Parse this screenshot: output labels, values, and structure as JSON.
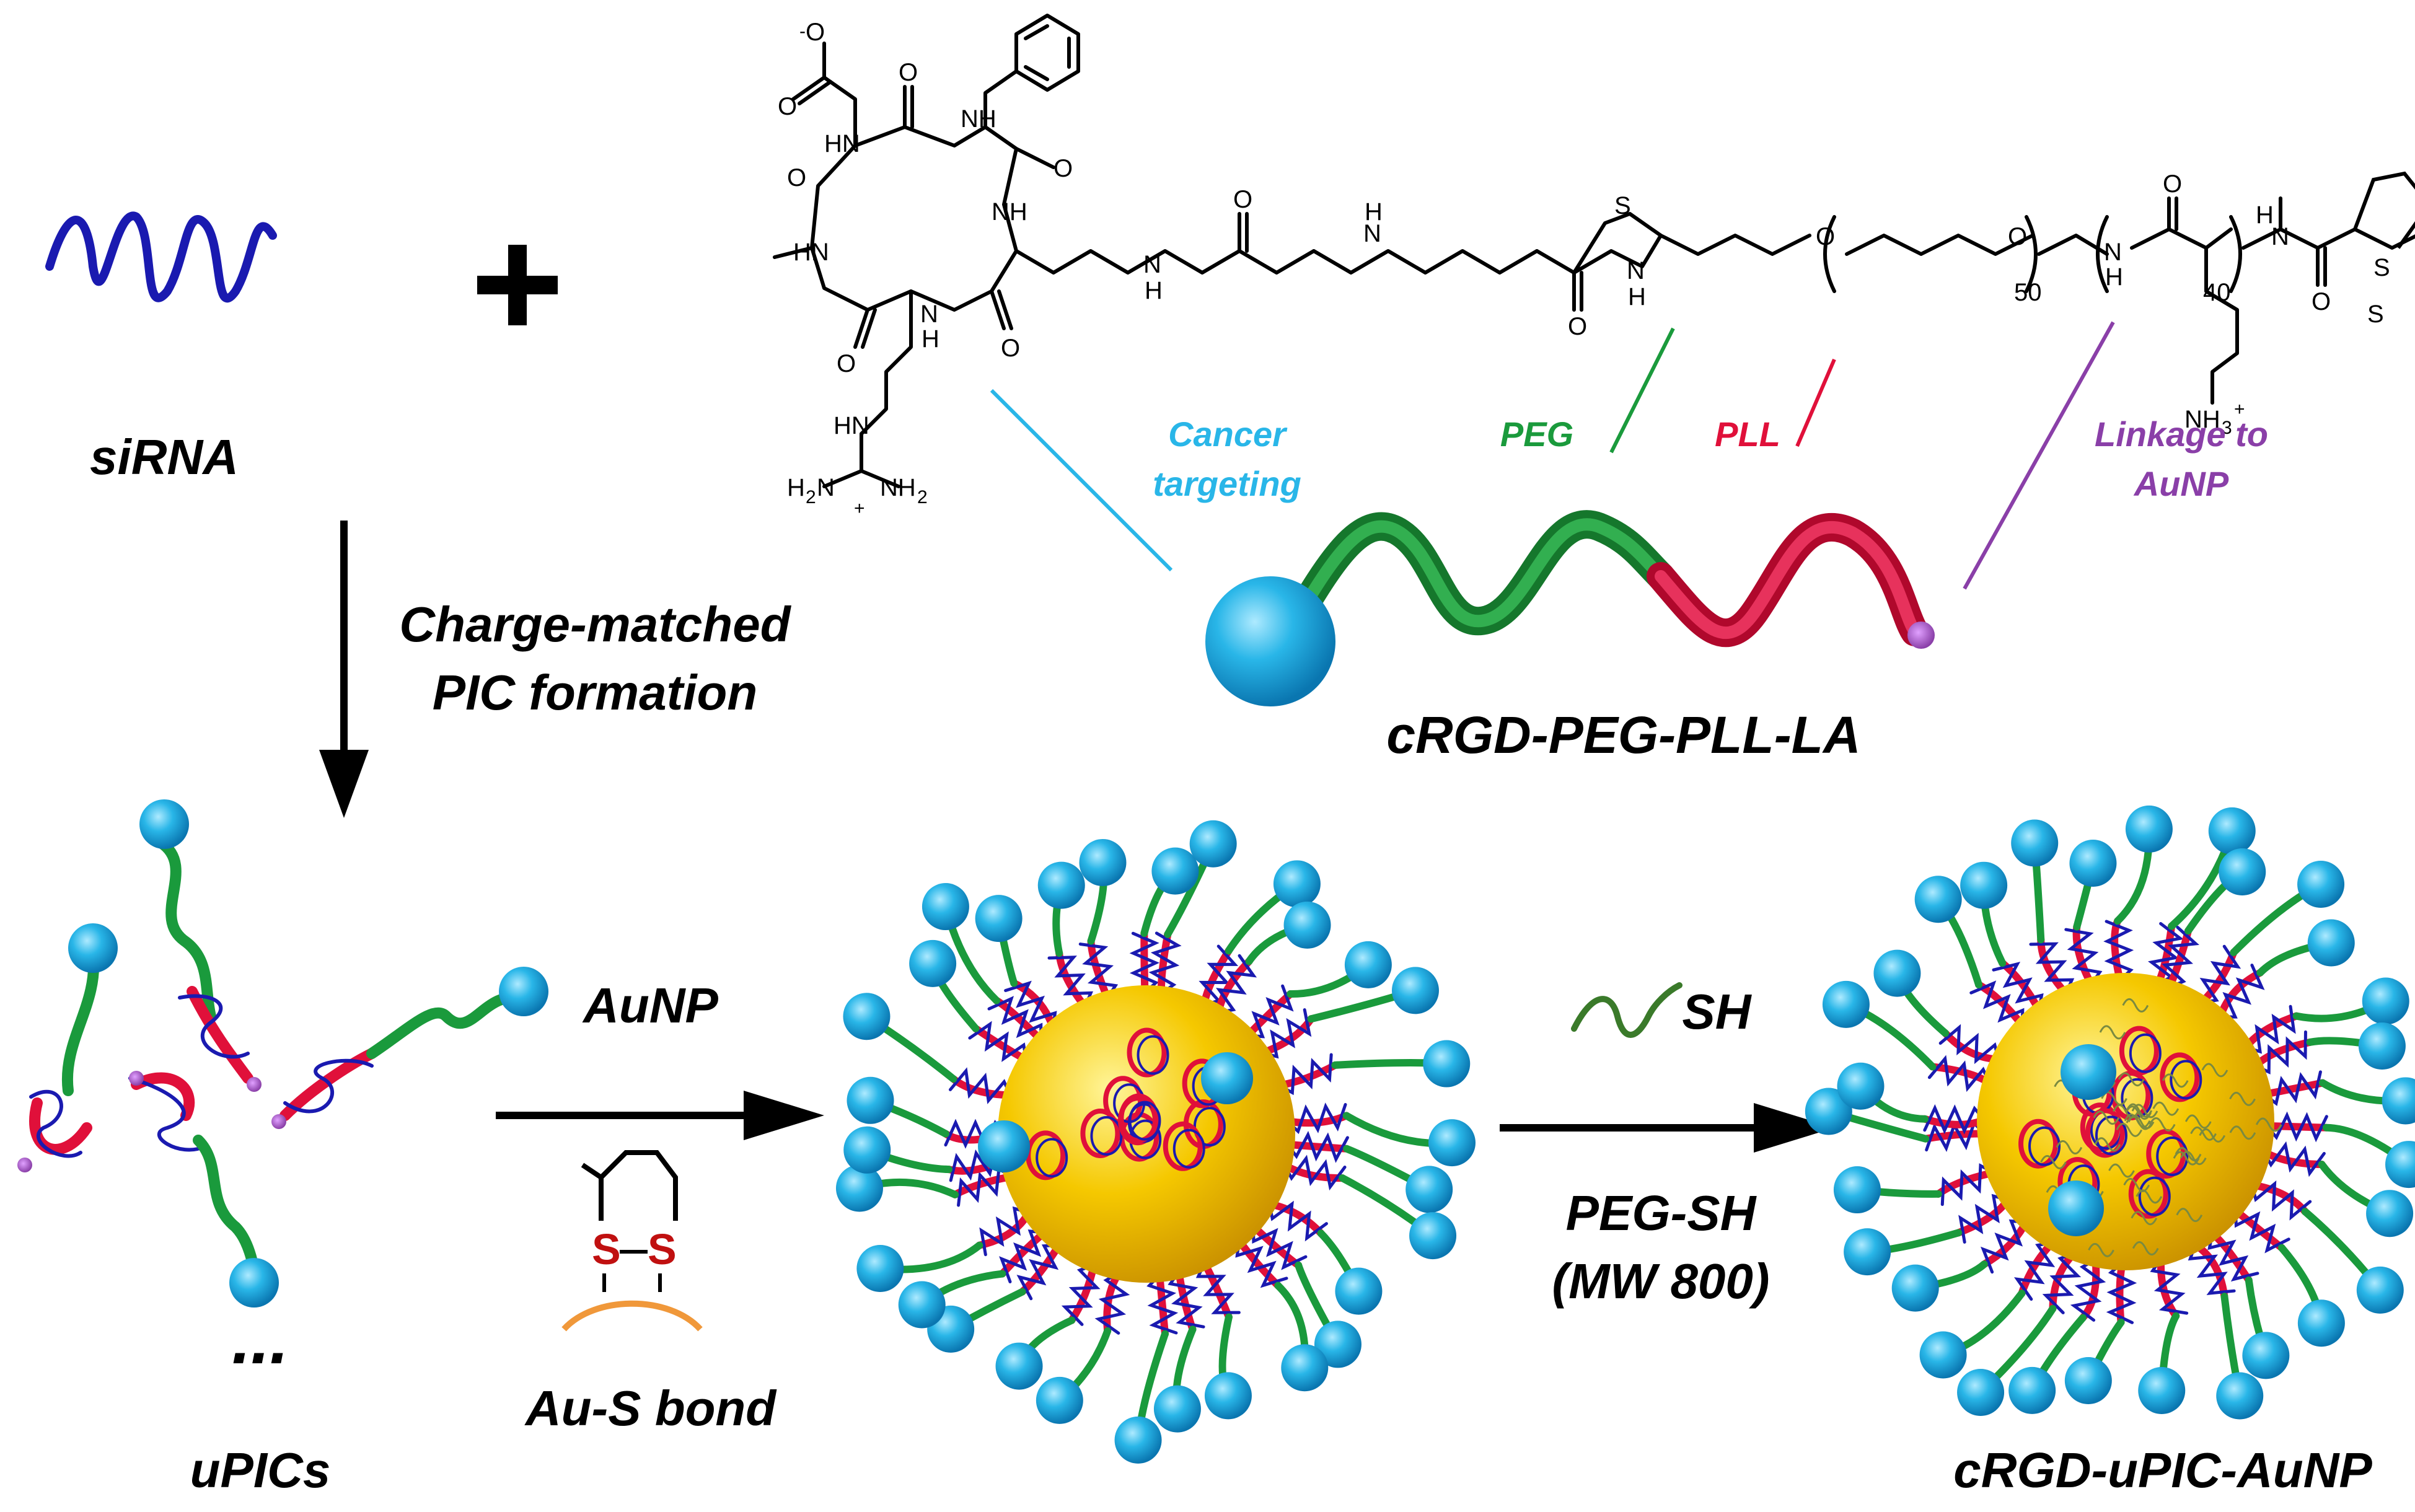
{
  "labels": {
    "sirna": "siRNA",
    "step1": [
      "Charge-matched",
      "PIC formation"
    ],
    "cancer_targeting": [
      "Cancer",
      "targeting"
    ],
    "peg": "PEG",
    "pll": "PLL",
    "linkage": [
      "Linkage to",
      "AuNP"
    ],
    "polymer_name": "cRGD-PEG-PLL-LA",
    "upics": "uPICs",
    "ellipsis": "...",
    "aunp": "AuNP",
    "au_s_bond": "Au-S bond",
    "sh": "SH",
    "peg_sh": [
      "PEG-SH",
      "(MW 800)"
    ],
    "product": "cRGD-uPIC-AuNP"
  },
  "chem_text": {
    "n1": "50",
    "n2": "40",
    "nh3": "NH",
    "nh3_sub": "3",
    "plus": "+",
    "minus": "-",
    "nh": "NH",
    "hn": "HN",
    "n": "N",
    "h": "H",
    "h2n": "H",
    "h2n_sub": "2",
    "h2n_n": "N",
    "nh2": "NH",
    "nh2_sub": "2",
    "s": "S",
    "o": "O"
  },
  "colors": {
    "cyan": "#29b6e8",
    "green": "#1a9a3c",
    "red": "#e0103a",
    "purple": "#8a3fa8",
    "gold": "#f5c800",
    "dna_blue": "#1a1ab0",
    "sulfur_red": "#c01010",
    "orange": "#f0983a"
  }
}
